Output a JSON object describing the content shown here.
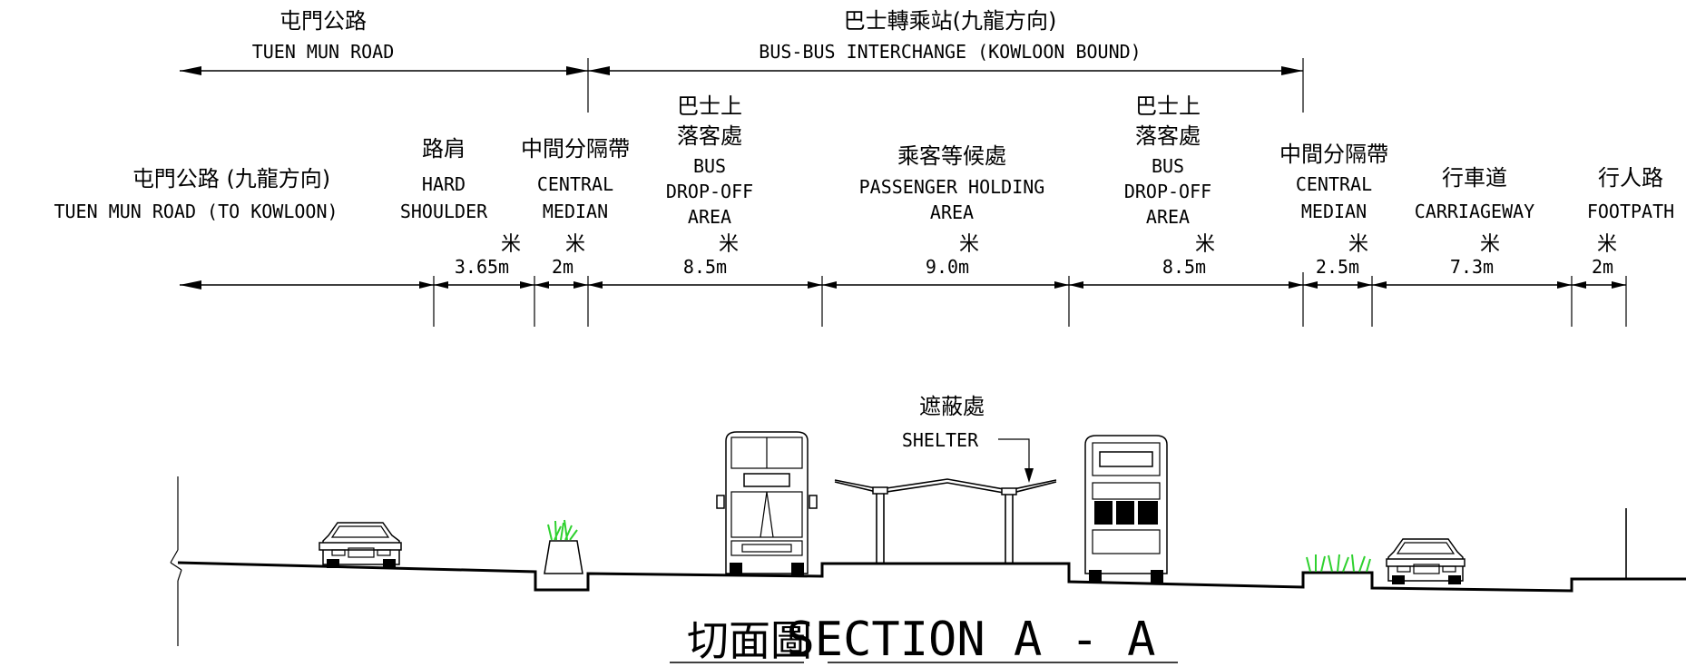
{
  "top_spans": [
    {
      "chinese": "屯門公路",
      "english": "TUEN MUN ROAD"
    },
    {
      "chinese": "巴士轉乘站(九龍方向)",
      "english": "BUS-BUS INTERCHANGE (KOWLOON BOUND)"
    }
  ],
  "columns": [
    {
      "chinese": "屯門公路 (九龍方向)",
      "english": [
        "TUEN MUN ROAD (TO KOWLOON)"
      ],
      "unit": "",
      "width": ""
    },
    {
      "chinese": "路肩",
      "english": [
        "HARD",
        "SHOULDER"
      ],
      "unit": "米",
      "width": "3.65m"
    },
    {
      "chinese": "中間分隔帶",
      "english": [
        "CENTRAL",
        "MEDIAN"
      ],
      "unit": "米",
      "width": "2m"
    },
    {
      "chinese": "巴士上",
      "chinese2": "落客處",
      "english": [
        "BUS",
        "DROP-OFF",
        "AREA"
      ],
      "unit": "米",
      "width": "8.5m"
    },
    {
      "chinese": "乘客等候處",
      "english": [
        "PASSENGER HOLDING",
        "AREA"
      ],
      "unit": "米",
      "width": "9.0m"
    },
    {
      "chinese": "巴士上",
      "chinese2": "落客處",
      "english": [
        "BUS",
        "DROP-OFF",
        "AREA"
      ],
      "unit": "米",
      "width": "8.5m"
    },
    {
      "chinese": "中間分隔帶",
      "english": [
        "CENTRAL",
        "MEDIAN"
      ],
      "unit": "米",
      "width": "2.5m"
    },
    {
      "chinese": "行車道",
      "english": [
        "CARRIAGEWAY"
      ],
      "unit": "米",
      "width": "7.3m"
    },
    {
      "chinese": "行人路",
      "english": [
        "FOOTPATH"
      ],
      "unit": "米",
      "width": "2m"
    }
  ],
  "shelter": {
    "chinese": "遮蔽處",
    "english": "SHELTER"
  },
  "caption": {
    "chinese": "切面圖",
    "english": "SECTION A - A"
  },
  "colors": {
    "line": "#000000",
    "vegetation": "#2ed12e",
    "background": "#ffffff"
  },
  "icons": [
    "car-icon",
    "double-decker-bus-front-icon",
    "double-decker-bus-rear-icon",
    "shelter-canopy-icon",
    "grass-icon",
    "break-line-icon"
  ]
}
